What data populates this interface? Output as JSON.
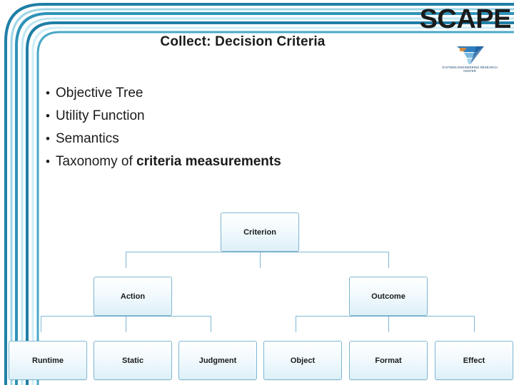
{
  "header": {
    "title": "Collect: Decision Criteria",
    "brand": "SCAPE",
    "logo_caption": "SYSTEMS ENGINEERING RESEARCH CENTER"
  },
  "bullets": [
    {
      "marker": "•",
      "text": "Objective Tree",
      "emphasis": ""
    },
    {
      "marker": "•",
      "text": "Utility Function",
      "emphasis": ""
    },
    {
      "marker": "•",
      "text": "Semantics",
      "emphasis": ""
    },
    {
      "marker": "•",
      "text": "Taxonomy of ",
      "emphasis": "criteria measurements"
    }
  ],
  "tree": {
    "root": {
      "label": "Criterion"
    },
    "level2": [
      {
        "label": "Action"
      },
      {
        "label": "Outcome"
      }
    ],
    "level3": [
      {
        "label": "Runtime"
      },
      {
        "label": "Static"
      },
      {
        "label": "Judgment"
      },
      {
        "label": "Object"
      },
      {
        "label": "Format"
      },
      {
        "label": "Effect"
      }
    ]
  },
  "colors": {
    "frame_dark": "#1f7fa6",
    "frame_mid": "#4aa8c6",
    "frame_light": "#9ed6e6",
    "node_border": "#7fb8d4",
    "text": "#1b1b1b",
    "logo_text": "#15406a"
  }
}
